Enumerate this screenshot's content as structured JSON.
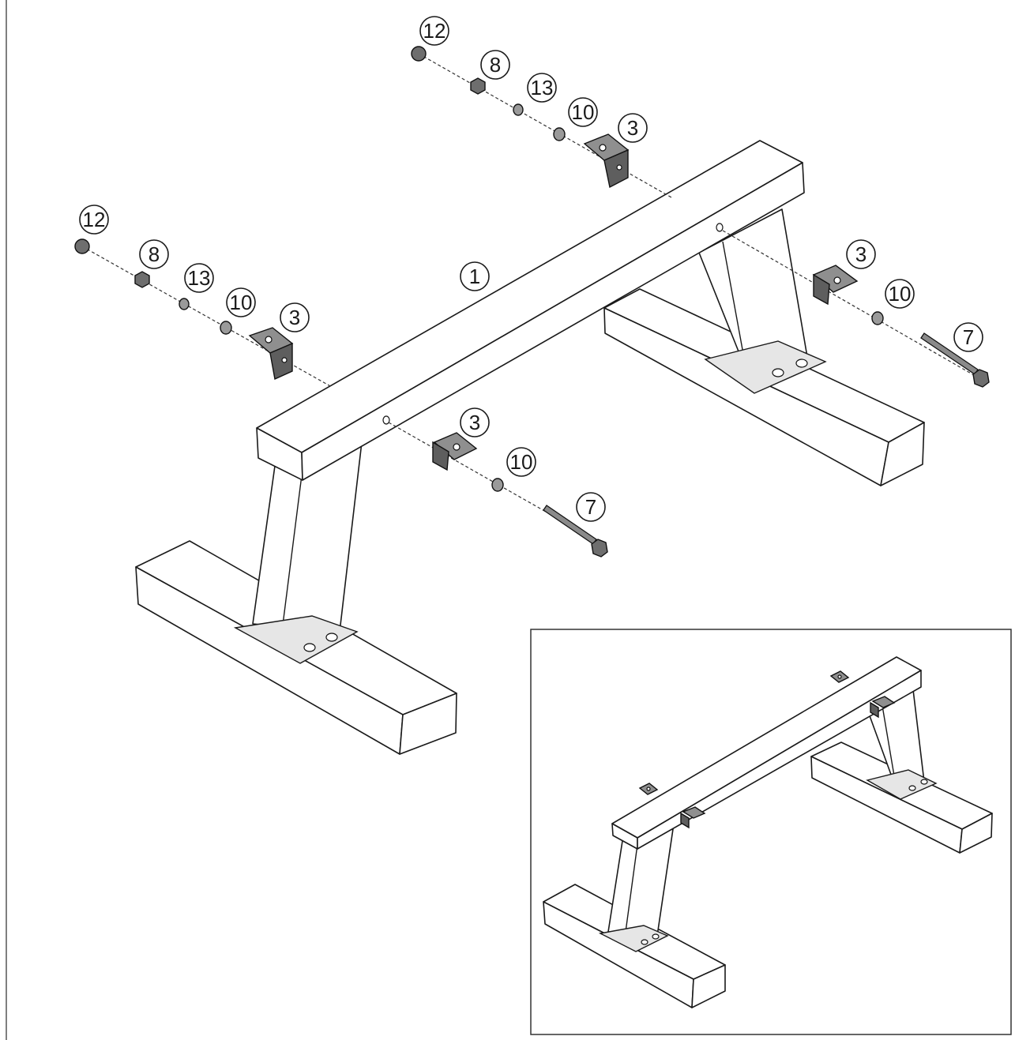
{
  "diagram": {
    "callouts": {
      "frame": "1",
      "bracket": "3",
      "bolt": "7",
      "nut": "8",
      "washer": "10",
      "cap_nut": "12",
      "lock_washer": "13"
    }
  }
}
